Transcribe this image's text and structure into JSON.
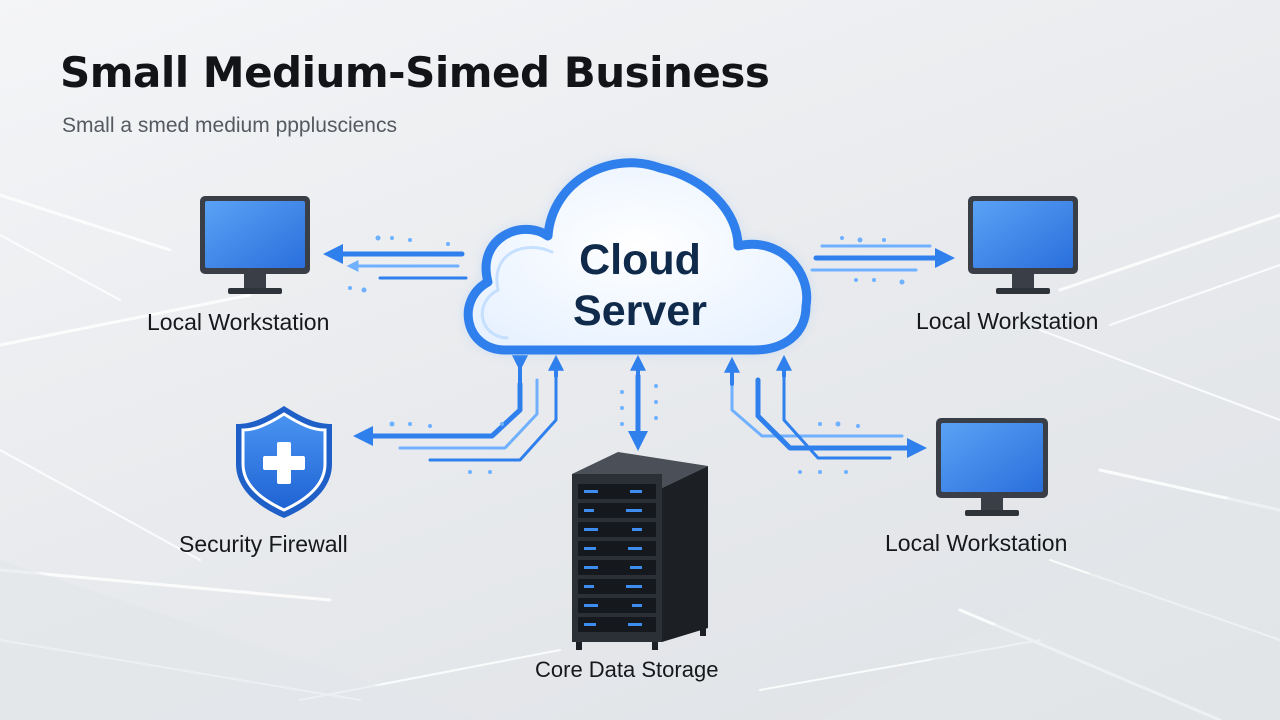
{
  "header": {
    "title": "Small Medium-Simed Business",
    "subtitle": "Small a smed medium ppplusciencs"
  },
  "nodes": {
    "cloud": {
      "label_line1": "Cloud",
      "label_line2": "Server",
      "icon": "cloud-icon"
    },
    "workstation_top_left": {
      "label": "Local Workstation",
      "icon": "monitor-icon"
    },
    "workstation_top_right": {
      "label": "Local Workstation",
      "icon": "monitor-icon"
    },
    "workstation_bottom_right": {
      "label": "Local Workstation",
      "icon": "monitor-icon"
    },
    "firewall": {
      "label": "Security Firewall",
      "icon": "shield-plus-icon"
    },
    "storage": {
      "label": "Core Data Storage",
      "icon": "server-rack-icon"
    }
  },
  "colors": {
    "accent": "#2f80ed",
    "accent_light": "#6fb0ff",
    "cloud_text": "#0f2a4a",
    "monitor_frame": "#3a3f47",
    "rack_body": "#2b2f36",
    "background": "#eceef1"
  }
}
